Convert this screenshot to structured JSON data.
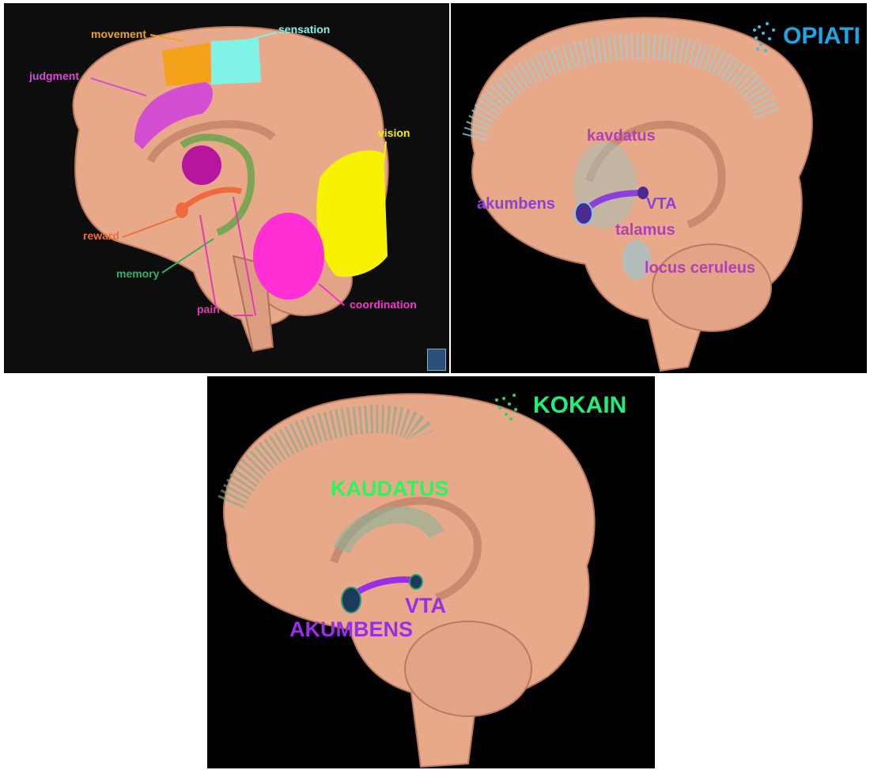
{
  "panel_functions": {
    "labels": {
      "movement": "movement",
      "sensation": "sensation",
      "judgment": "judgment",
      "vision": "vision",
      "reward": "reward",
      "memory": "memory",
      "pain": "pain",
      "coordination": "coordination"
    },
    "colors": {
      "movement": "#f5a21b",
      "sensation": "#7ff3e6",
      "judgment": "#d34ed0",
      "vision": "#f7f300",
      "reward": "#ef6b3c",
      "memory": "#33b064",
      "pain": "#e23bb0",
      "coordination": "#ff2fd5"
    }
  },
  "panel_opiati": {
    "title": "OPIATI",
    "labels": {
      "kavdatus": "kavdatus",
      "akumbens": "akumbens",
      "vta": "VTA",
      "talamus": "talamus",
      "locus": "locus ceruleus"
    },
    "colors": {
      "title": "#19a7e6",
      "structure": "#b33fb6",
      "pathway": "#8b41d9"
    }
  },
  "panel_kokain": {
    "title": "KOKAIN",
    "labels": {
      "kaudatus": "KAUDATUS",
      "vta": "VTA",
      "akumbens": "AKUMBENS"
    },
    "colors": {
      "title": "#21f075",
      "kaudatus": "#2bf55b",
      "pathway": "#9a2ee6"
    }
  }
}
